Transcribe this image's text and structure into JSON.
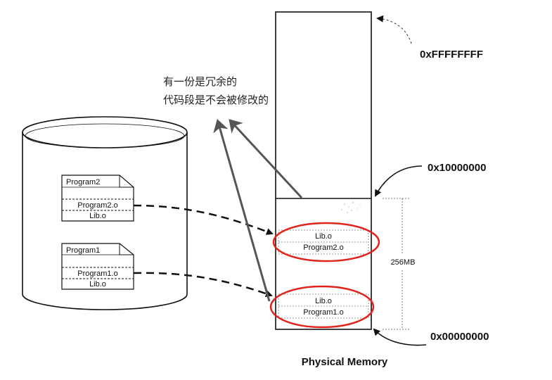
{
  "disk": {
    "program2": {
      "title": "Program2",
      "object": "Program2.o",
      "lib": "Lib.o"
    },
    "program1": {
      "title": "Program1",
      "object": "Program1.o",
      "lib": "Lib.o"
    }
  },
  "memory": {
    "upper_block": {
      "lib": "Lib.o",
      "object": "Program2.o"
    },
    "lower_block": {
      "lib": "Lib.o",
      "object": "Program1.o"
    },
    "addresses": {
      "top": "0xFFFFFFFF",
      "middle": "0x10000000",
      "bottom": "0x00000000"
    },
    "size_label": "256MB",
    "caption": "Physical Memory"
  },
  "annotation": {
    "line1": "有一份是冗余的",
    "line2": "代码段是不会被修改的"
  },
  "colors": {
    "highlight_ellipse": "#e0231b",
    "ink": "#111111",
    "arrow_gray": "#555555"
  }
}
